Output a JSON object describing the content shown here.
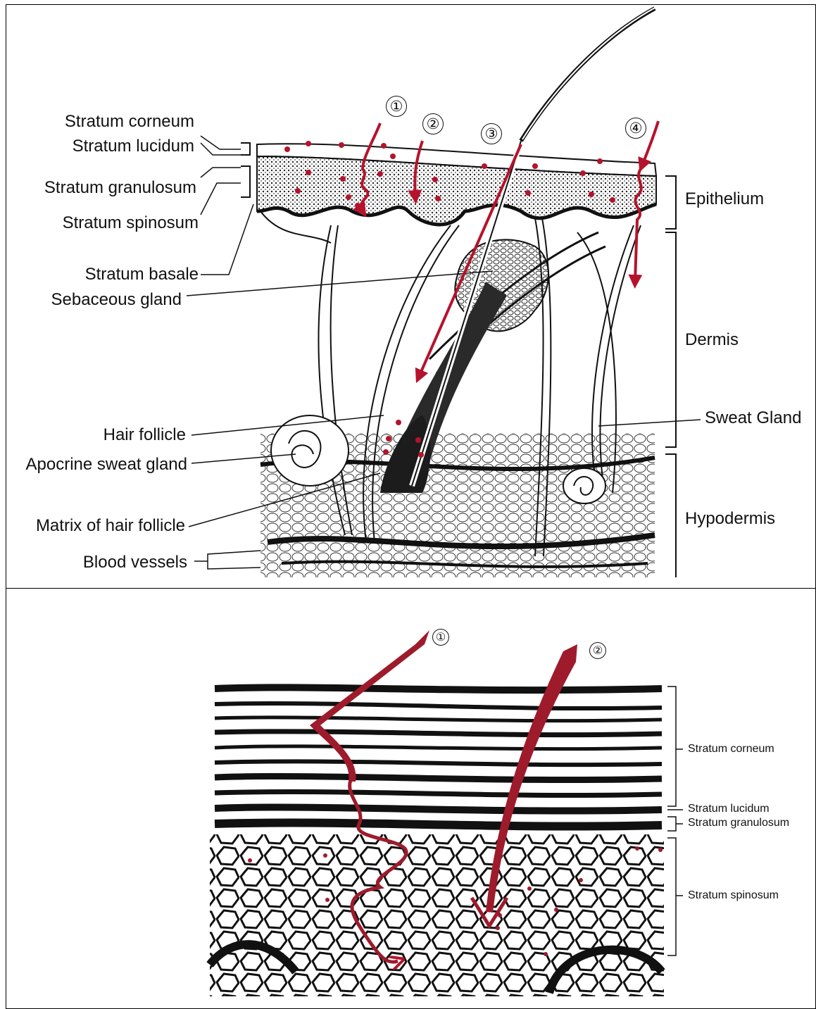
{
  "colors": {
    "accent": "#b5132c",
    "ink": "#111111",
    "paper": "#ffffff"
  },
  "top_figure": {
    "left_labels": [
      "Stratum corneum",
      "Stratum lucidum",
      "Stratum granulosum",
      "Stratum spinosum",
      "Stratum basale",
      "Sebaceous gland",
      "Hair follicle",
      "Apocrine sweat gland",
      "Matrix of hair follicle",
      "Blood vessels"
    ],
    "right_labels": [
      "Epithelium",
      "Dermis",
      "Sweat Gland",
      "Hypodermis"
    ],
    "markers": [
      "①",
      "②",
      "③",
      "④"
    ]
  },
  "bottom_figure": {
    "right_labels": [
      "Stratum corneum",
      "Stratum lucidum",
      "Stratum granulosum",
      "Stratum spinosum"
    ],
    "markers": [
      "①",
      "②"
    ]
  }
}
